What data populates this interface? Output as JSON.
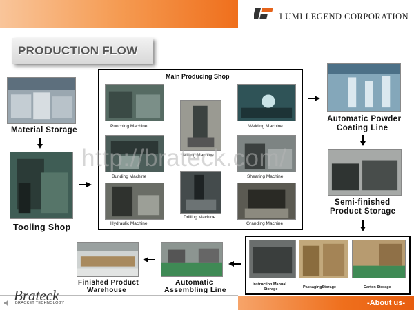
{
  "header": {
    "company": "LUMI LEGEND CORPORATION",
    "logo_icon": "lumi-logo-icon",
    "accent_orange": "#ef6f1c"
  },
  "title": "PRODUCTION FLOW",
  "stages": {
    "material_storage": "Material  Storage",
    "tooling_shop": "Tooling Shop",
    "main_shop": "Main Producing Shop",
    "powder_coating_line1": "Automatic Powder",
    "powder_coating_line2": "Coating Line",
    "semi_finished_line1": "Semi-finished",
    "semi_finished_line2": "Product Storage",
    "assembling_line1": "Automatic",
    "assembling_line2": "Assembling Line",
    "finished_line1": "Finished Product",
    "finished_line2": "Warehouse"
  },
  "machines": {
    "punching": "Punching Machine",
    "milling": "Milling Machine",
    "welding": "Welding Machine",
    "bending": "Bunding Machine",
    "shearing": "Shearing Machine",
    "hydraulic": "Hydraulic Machine",
    "drilling": "Drilling Machine",
    "granding": "Granding Machine"
  },
  "storage": {
    "instruction_line1": "Instruction Manual",
    "instruction_line2": "Storage",
    "packaging": "PackagingStorage",
    "carton": "Carton Storage"
  },
  "watermark": "http://brateck.com/",
  "footer": {
    "brand": "Brateck",
    "brand_sub": "BRACKET TECHNOLOGY",
    "about": "-About us-"
  }
}
